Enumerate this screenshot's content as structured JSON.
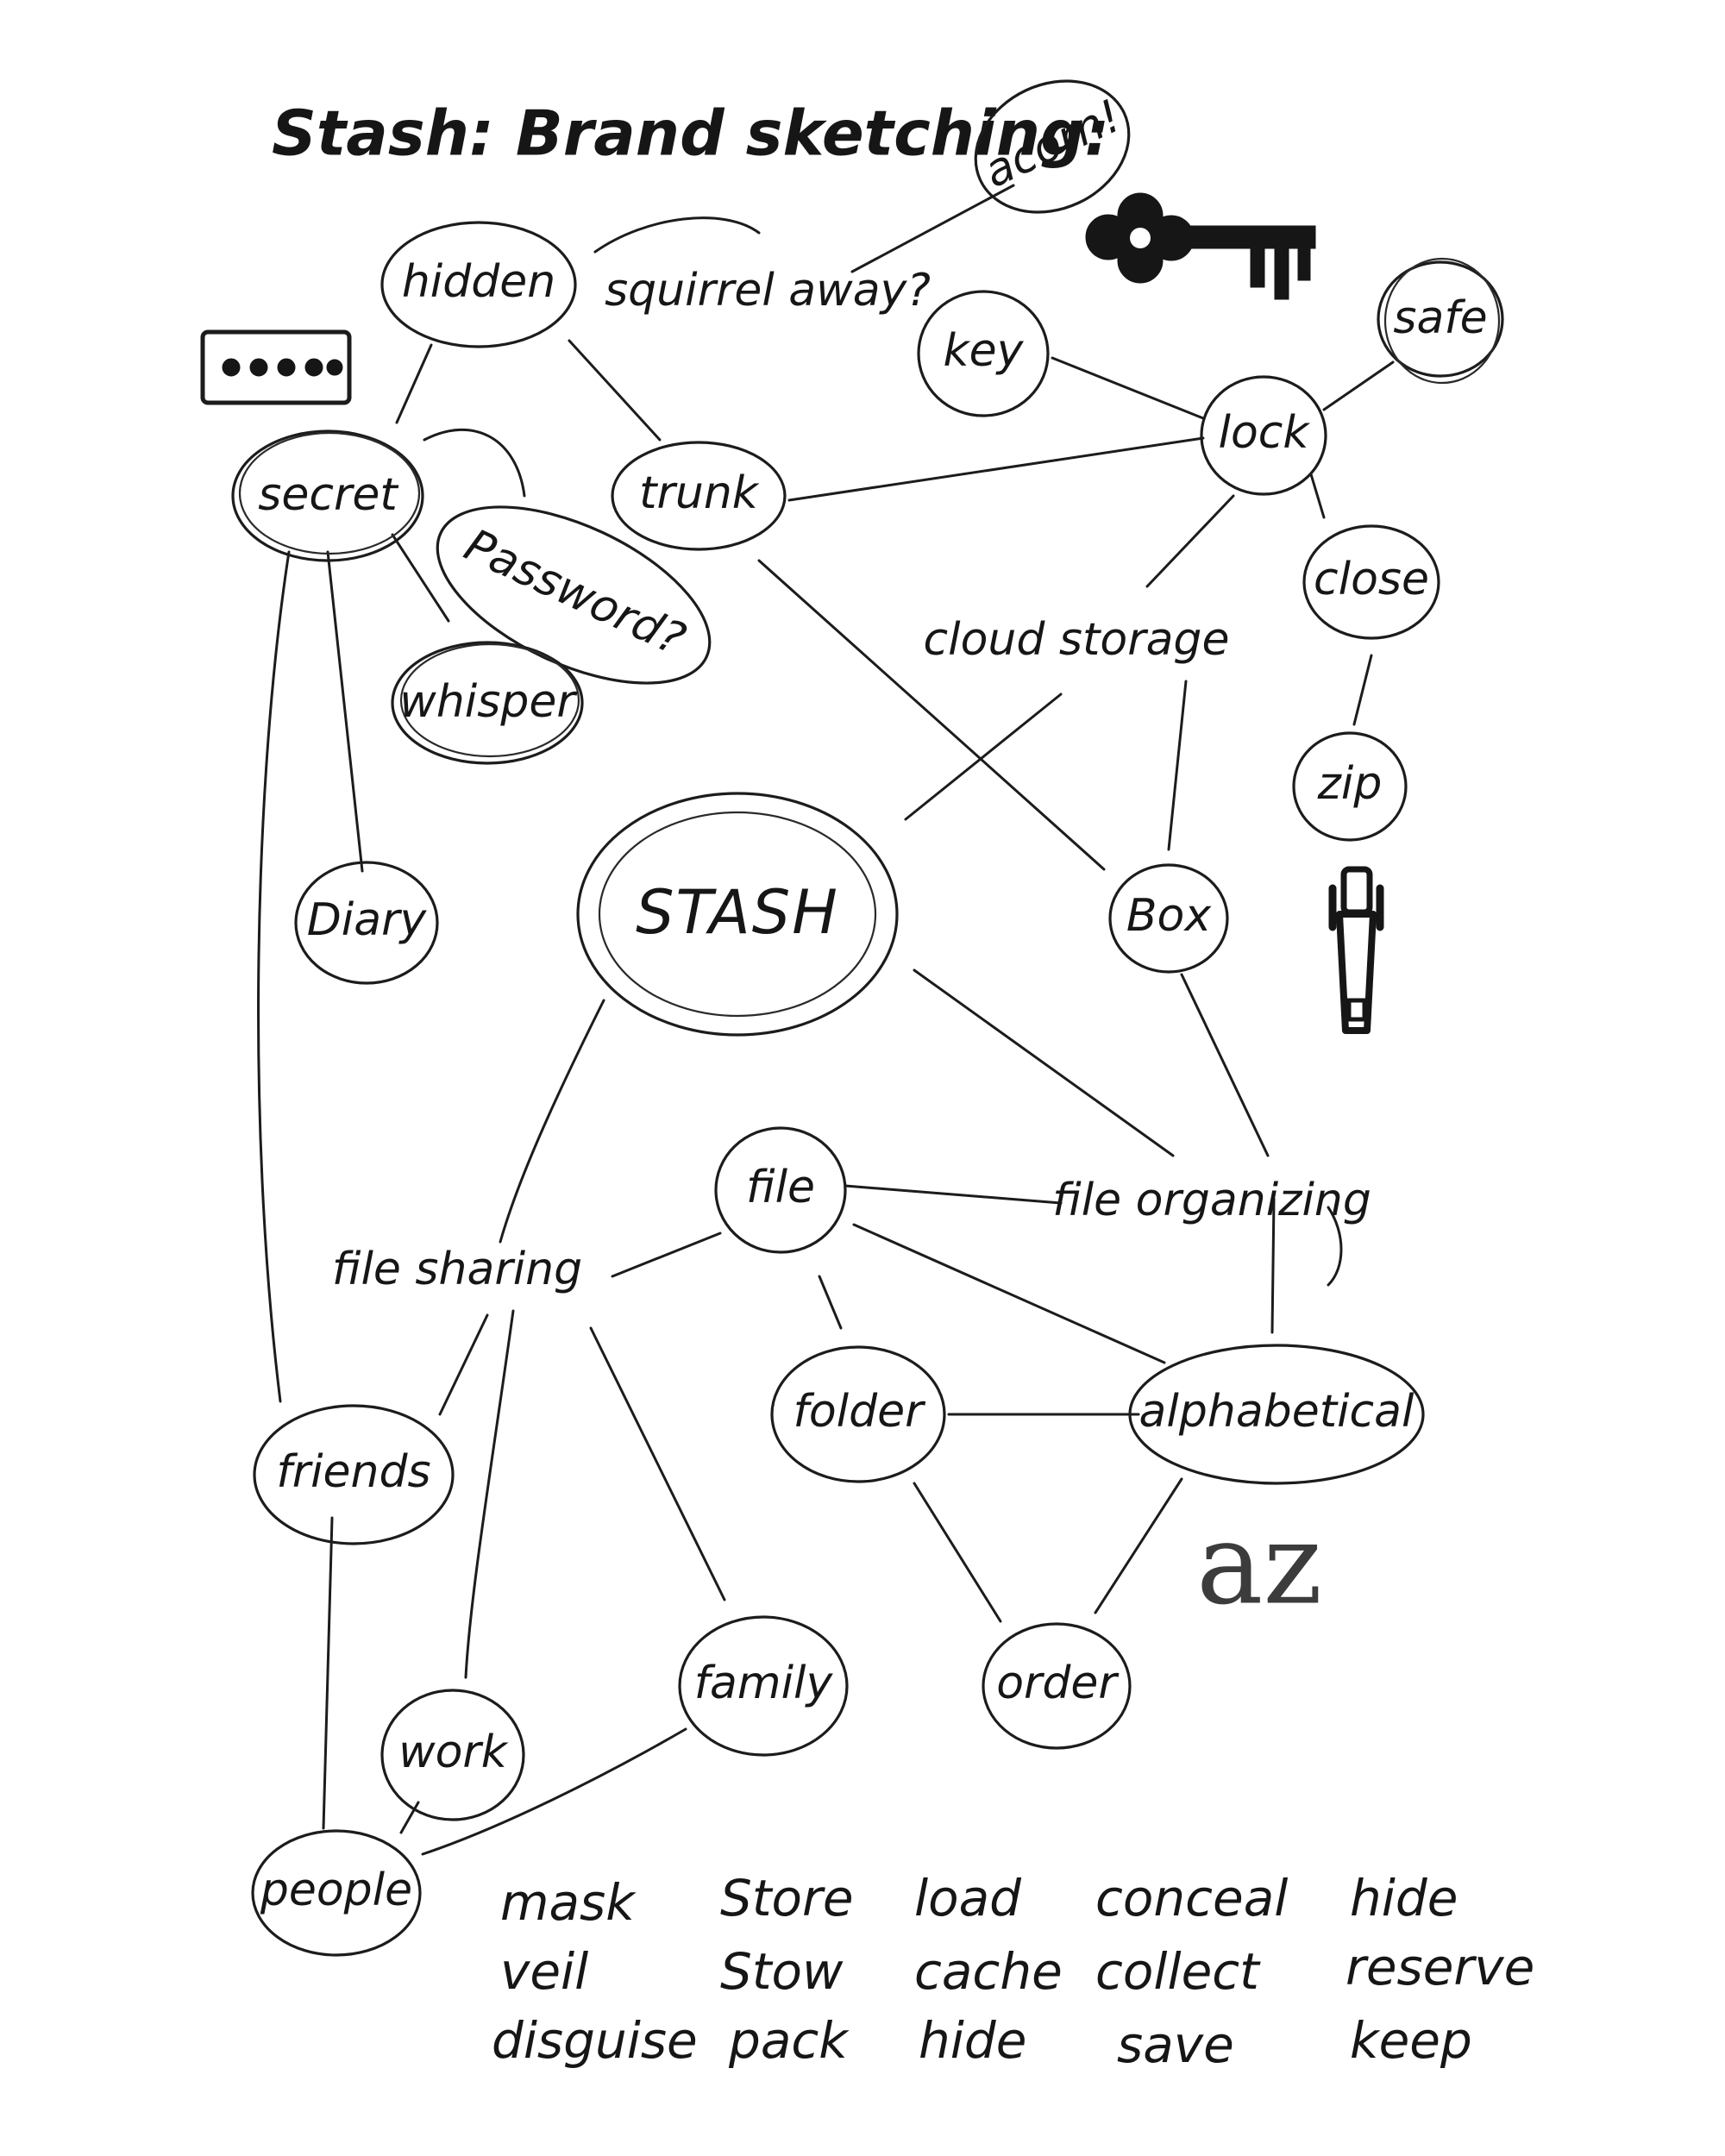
{
  "title": "Stash: Brand sketching:",
  "nodes": {
    "acorn": "acorn!",
    "hidden": "hidden",
    "squirrel_away": "squirrel away?",
    "key": "key",
    "safe": "safe",
    "lock": "lock",
    "secret": "secret",
    "trunk": "trunk",
    "password": "Password?",
    "close": "close",
    "whisper": "whisper",
    "cloud_storage": "cloud storage",
    "zip": "zip",
    "diary": "Diary",
    "stash": "STASH",
    "box": "Box",
    "file": "file",
    "file_organizing": "file organizing",
    "file_sharing": "file sharing",
    "folder": "folder",
    "alphabetical": "alphabetical",
    "friends": "friends",
    "az": "az",
    "family": "family",
    "order": "order",
    "work": "work",
    "people": "people"
  },
  "word_columns": [
    [
      "mask",
      "veil",
      "disguise"
    ],
    [
      "Store",
      "Stow",
      "pack"
    ],
    [
      "load",
      "cache",
      "hide"
    ],
    [
      "conceal",
      "collect",
      "save"
    ],
    [
      "hide",
      "reserve",
      "keep"
    ]
  ],
  "icons": [
    "key-icon",
    "password-dots-icon",
    "zipper-icon"
  ]
}
